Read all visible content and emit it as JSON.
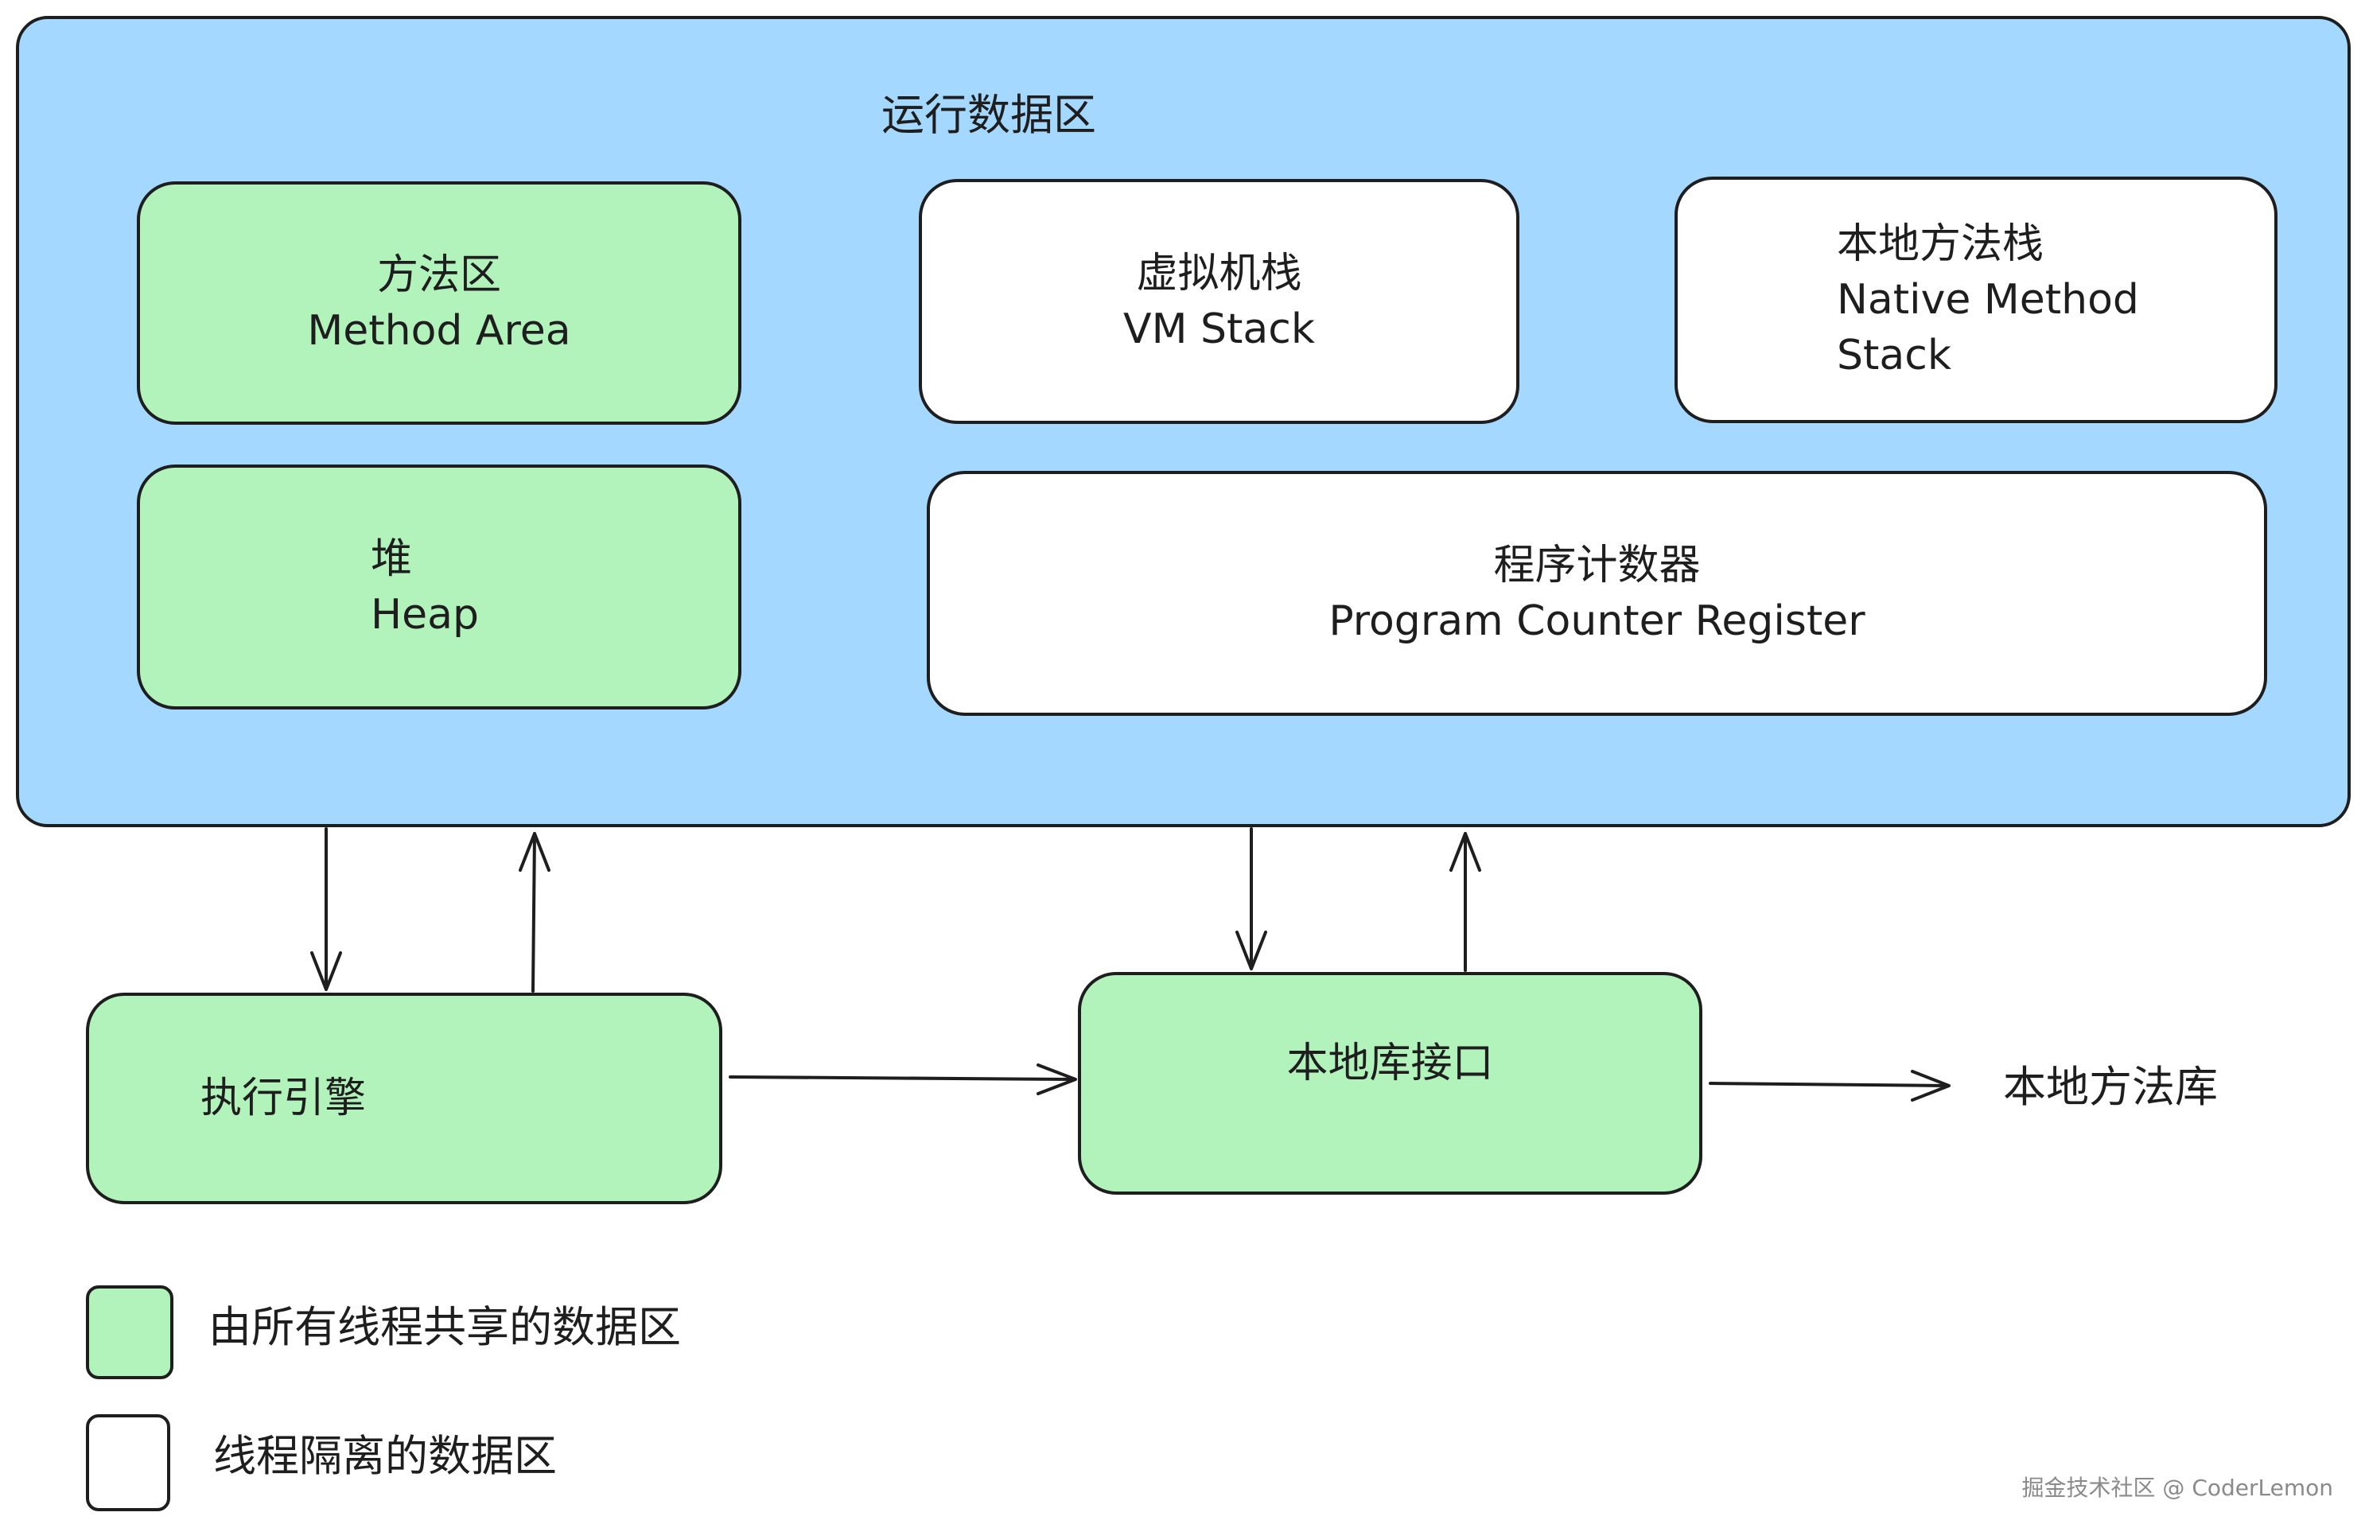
{
  "runtime_area": {
    "title": "运行数据区"
  },
  "regions": {
    "method_area": {
      "zh": "方法区",
      "en": "Method Area"
    },
    "vm_stack": {
      "zh": "虚拟机栈",
      "en": "VM Stack"
    },
    "native_method_stack": {
      "zh": "本地方法栈",
      "en_line1": "Native Method",
      "en_line2": "Stack"
    },
    "heap": {
      "zh": "堆",
      "en": "Heap"
    },
    "pc_register": {
      "zh": "程序计数器",
      "en": "Program Counter Register"
    }
  },
  "execution_engine": {
    "label": "执行引擎"
  },
  "native_interface": {
    "label": "本地库接口"
  },
  "native_library": {
    "label": "本地方法库"
  },
  "legend": {
    "shared": "由所有线程共享的数据区",
    "isolated": "线程隔离的数据区"
  },
  "watermark": "掘金技术社区 @ CoderLemon",
  "colors": {
    "runtime_fill": "#a5d8ff",
    "shared_fill": "#b2f2bb",
    "isolated_fill": "#ffffff",
    "stroke": "#1e1e1e"
  }
}
